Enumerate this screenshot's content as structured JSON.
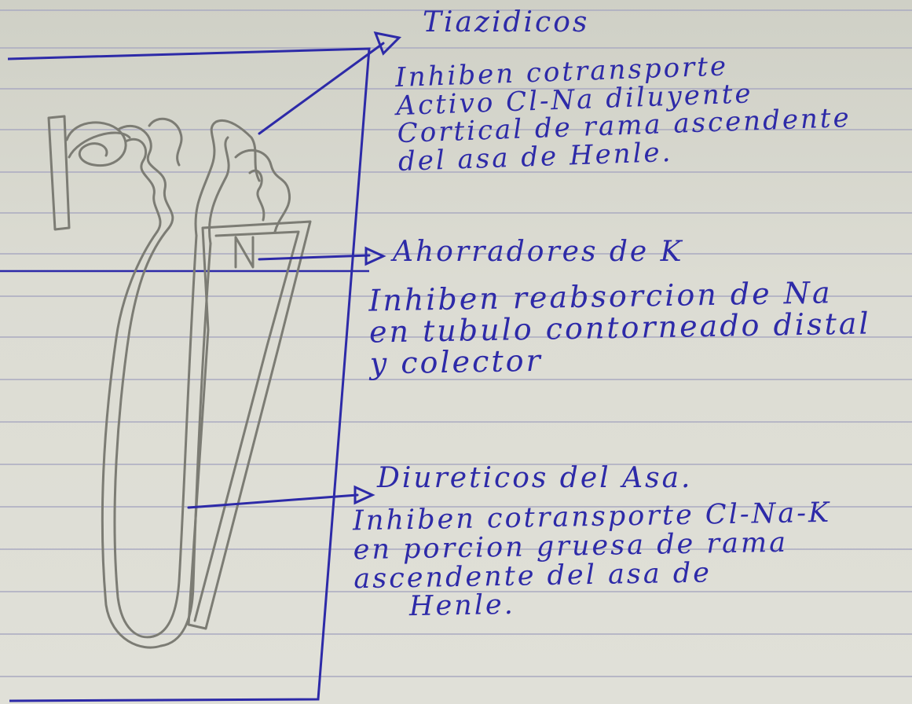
{
  "diagram": {
    "subject": "nephron",
    "pencil_label": "N",
    "colors": {
      "ink": "#2d2aa8",
      "pencil": "#7c7c74",
      "paper": "#dcdcd3",
      "rule": "#a9aac0"
    }
  },
  "annotations": [
    {
      "id": "tiazidicos",
      "title": "Tiazidicos",
      "lines": [
        "Inhiben cotransporte",
        "Activo Cl-Na diluyente",
        "Cortical de rama ascendente",
        "del asa de Henle."
      ]
    },
    {
      "id": "ahorradores",
      "title": "Ahorradores de K",
      "lines": [
        "Inhiben reabsorcion de Na",
        "en tubulo contorneado distal",
        "y colector"
      ]
    },
    {
      "id": "asa",
      "title": "Diureticos del Asa.",
      "lines": [
        "Inhiben cotransporte Cl-Na-K",
        "en porcion gruesa de rama",
        "ascendente del asa de",
        "Henle."
      ]
    }
  ]
}
